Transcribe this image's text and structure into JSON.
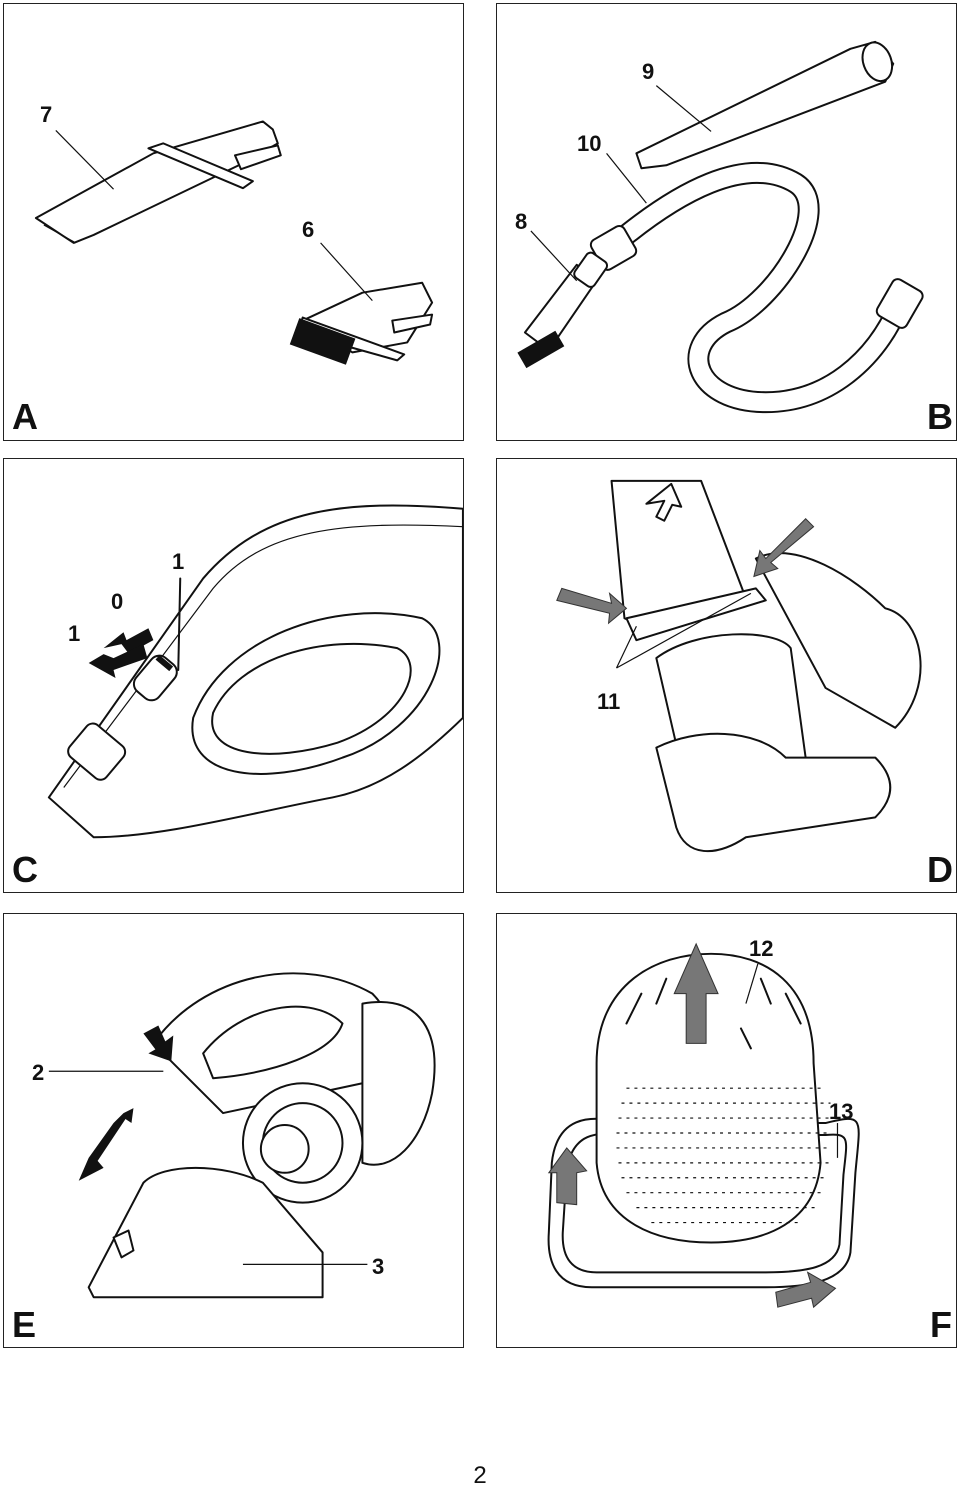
{
  "panels": {
    "a": {
      "label": "A",
      "callouts": [
        "7",
        "6"
      ]
    },
    "b": {
      "label": "B",
      "callouts": [
        "9",
        "10",
        "8"
      ]
    },
    "c": {
      "label": "C",
      "callouts": [
        "1",
        "0",
        "1"
      ]
    },
    "d": {
      "label": "D",
      "callouts": [
        "11"
      ]
    },
    "e": {
      "label": "E",
      "callouts": [
        "2",
        "3"
      ]
    },
    "f": {
      "label": "F",
      "callouts": [
        "12",
        "13"
      ]
    }
  },
  "page_number": "2"
}
